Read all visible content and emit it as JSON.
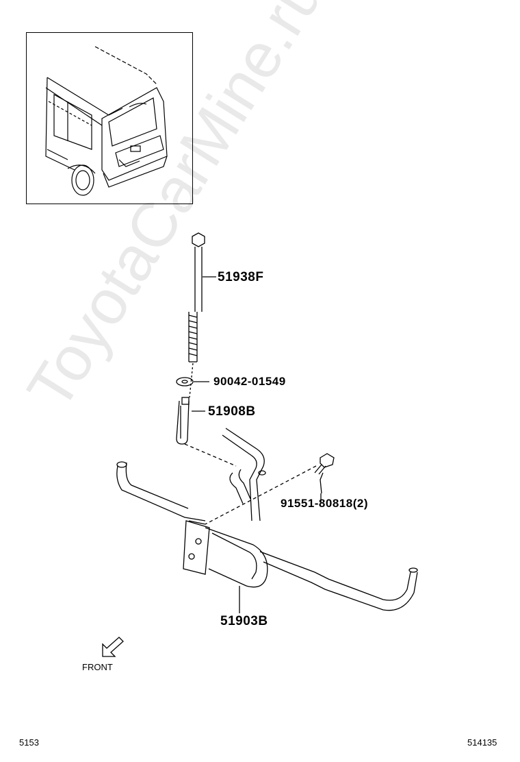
{
  "watermark": "ToyotaCarMine.ru",
  "parts": {
    "bolt_long": "51938F",
    "washer": "90042-01549",
    "clamp": "51908B",
    "bolt_small": "91551-80818(2)",
    "hanger": "51903B"
  },
  "front_label": "FRONT",
  "footer": {
    "left_code": "5153",
    "right_code": "514135"
  }
}
